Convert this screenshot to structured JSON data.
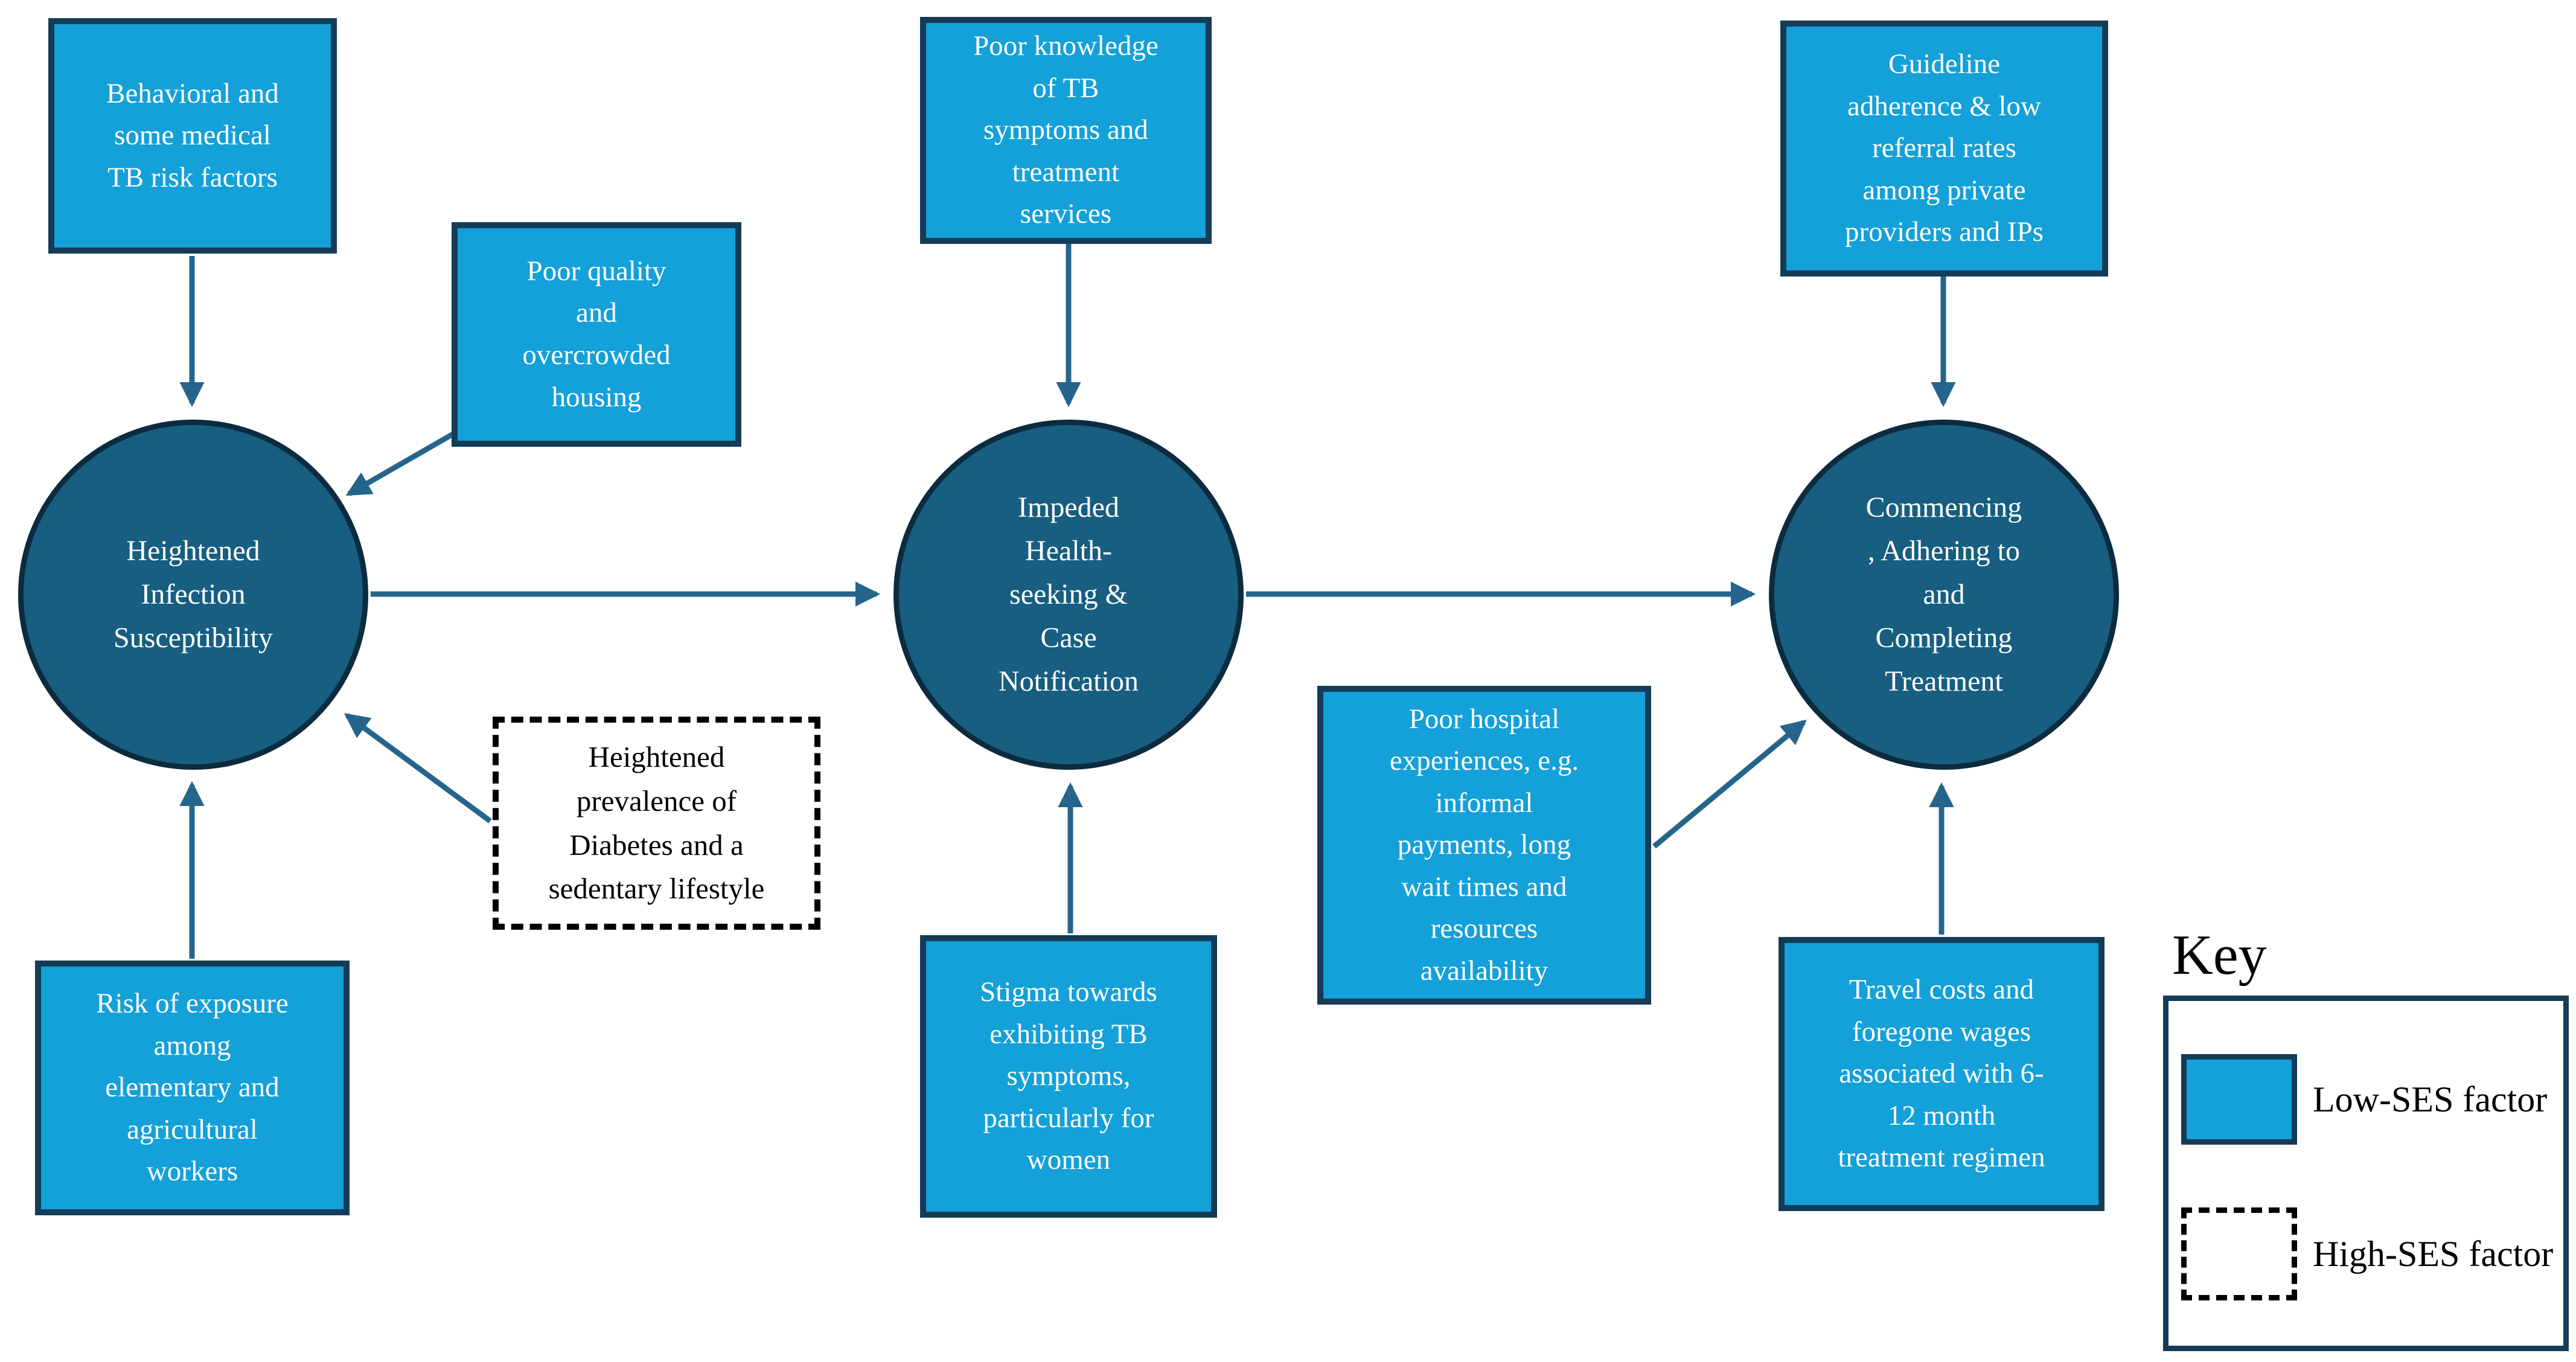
{
  "colors": {
    "background": "#FFFFFF",
    "low_ses_fill": "#14A0D8",
    "low_ses_border": "#143C57",
    "stage_fill": "#175E81",
    "stage_border": "#0C2B3F",
    "high_ses_border": "#000000",
    "arrow": "#25658B",
    "text_on_fill": "#FFFFFF",
    "text_dark": "#000000"
  },
  "stages": {
    "infection": {
      "label": "Heightened\nInfection\nSusceptibility"
    },
    "health_seeking": {
      "label": "Impeded\nHealth-\nseeking &\nCase\nNotification"
    },
    "treatment": {
      "label": "Commencing\n, Adhering to\nand\nCompleting\nTreatment"
    }
  },
  "factors": {
    "behavioral": {
      "label": "Behavioral and\nsome medical\nTB risk factors",
      "ses": "low"
    },
    "housing": {
      "label": "Poor quality\nand\novercrowded\nhousing",
      "ses": "low"
    },
    "risk_exposure": {
      "label": "Risk of exposure\namong\nelementary and\nagricultural\nworkers",
      "ses": "low"
    },
    "poor_knowledge": {
      "label": "Poor knowledge\nof TB\nsymptoms and\ntreatment\nservices",
      "ses": "low"
    },
    "stigma": {
      "label": "Stigma towards\nexhibiting TB\nsymptoms,\nparticularly for\nwomen",
      "ses": "low"
    },
    "hospital": {
      "label": "Poor hospital\nexperiences, e.g.\ninformal\npayments, long\nwait times and\nresources\navailability",
      "ses": "low"
    },
    "guideline": {
      "label": "Guideline\nadherence & low\nreferral rates\namong private\nproviders and IPs",
      "ses": "low"
    },
    "travel": {
      "label": "Travel costs and\nforegone wages\nassociated with 6-\n12 month\ntreatment regimen",
      "ses": "low"
    },
    "diabetes": {
      "label": "Heightened\nprevalence of\nDiabetes and a\nsedentary lifestyle",
      "ses": "high"
    }
  },
  "key": {
    "title": "Key",
    "low_label": "Low-SES factor",
    "high_label": "High-SES factor"
  }
}
